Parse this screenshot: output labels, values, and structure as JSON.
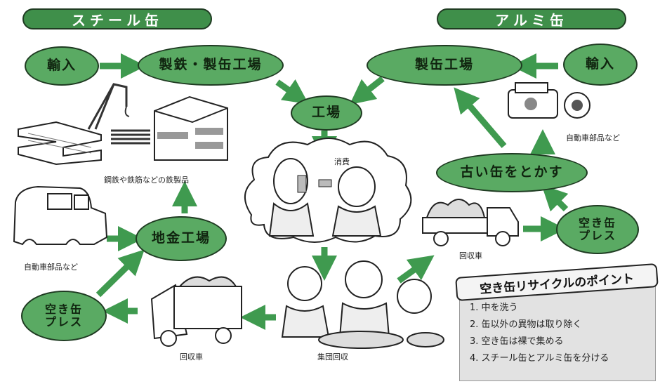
{
  "banners": {
    "steel": "スチール缶",
    "aluminum": "アルミ缶"
  },
  "nodes": {
    "import_left": "輸入",
    "steelworks": "製鉄・製缶工場",
    "factory": "工場",
    "can_factory": "製缶工場",
    "import_right": "輸入",
    "melt": "古い缶をとかす",
    "press_right": "空き缶\nプレス",
    "scrap_factory": "地金工場",
    "press_left": "空き缶\nプレス"
  },
  "captions": {
    "steel_products": "鋼鉄や鉄筋などの鉄製品",
    "car_parts_left": "自動車部品など",
    "car_parts_right": "自動車部品など",
    "truck_right": "回収車",
    "truck_left": "回収車",
    "collection": "集団回収",
    "consumption": "消費"
  },
  "points": {
    "title": "空き缶リサイクルのポイント",
    "items": [
      "1. 中を洗う",
      "2. 缶以外の異物は取り除く",
      "3. 空き缶は裸で集める",
      "4. スチール缶とアルミ缶を分ける"
    ]
  },
  "colors": {
    "node_fill": "#5aaa63",
    "arrow": "#3f9a4f",
    "banner": "#3f8f4a"
  }
}
